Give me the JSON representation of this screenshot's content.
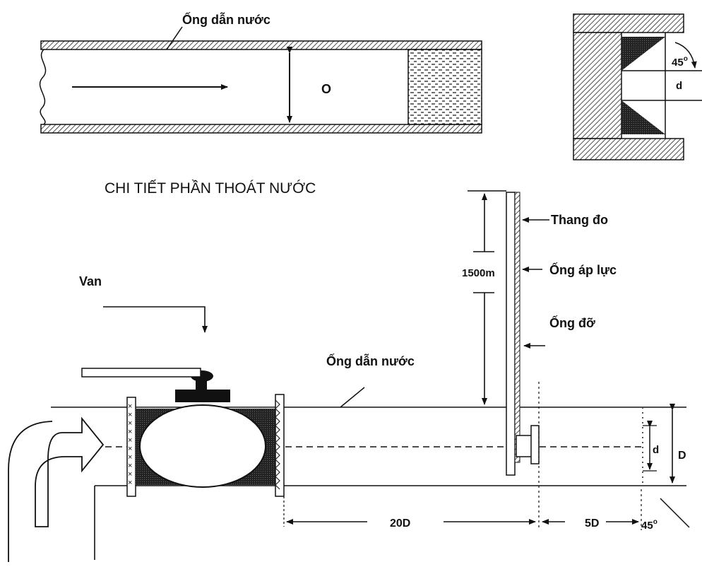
{
  "top_pipe": {
    "label": "Ống dẫn nước",
    "diameter_label": "O"
  },
  "orifice_detail": {
    "angle_label": "45",
    "angle_unit": "o",
    "hole_label": "d"
  },
  "section_title": "CHI TIẾT PHẦN THOÁT NƯỚC",
  "labels": {
    "valve": "Van",
    "scale": "Thang đo",
    "pressure_tube": "Ống áp lực",
    "support_tube": "Ống đỡ",
    "pipe": "Ống dẫn nước",
    "height": "1500m",
    "orifice_d": "d",
    "pipe_D": "D",
    "len_20d": "20D",
    "len_5d": "5D",
    "end_angle": "45",
    "end_angle_unit": "o"
  }
}
